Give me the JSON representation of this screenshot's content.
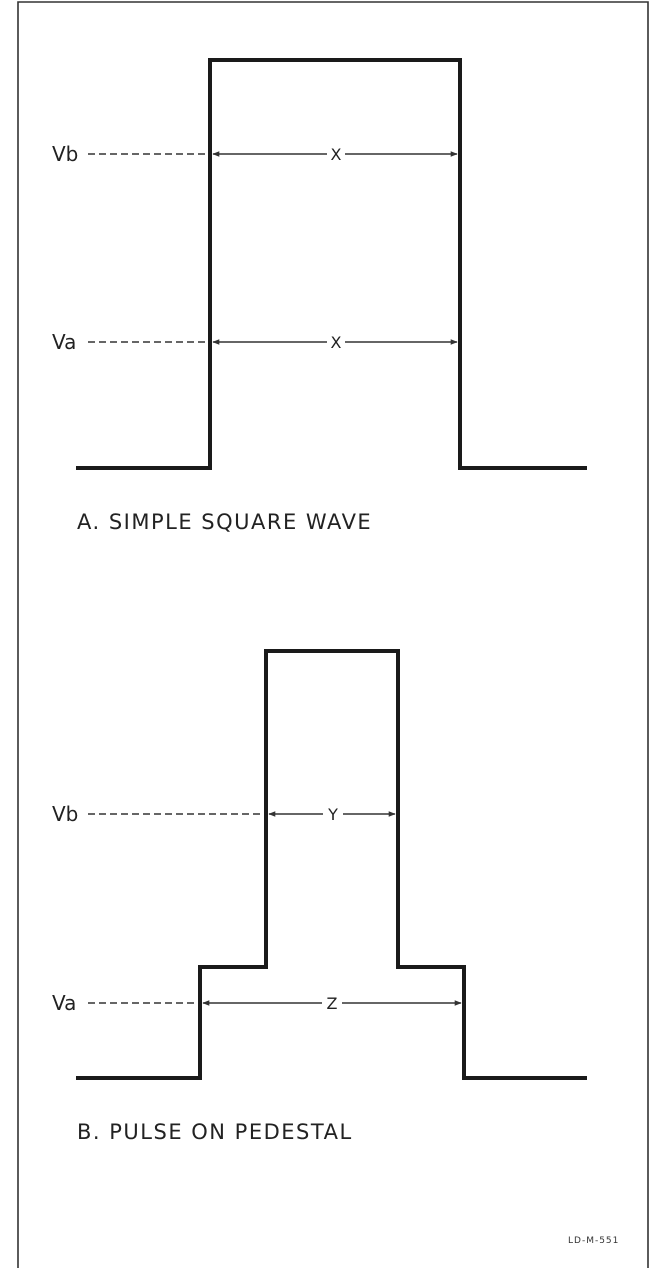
{
  "panel_a": {
    "caption": "A. SIMPLE SQUARE WAVE",
    "level_b_label": "Vb",
    "level_a_label": "Va",
    "width_b_label": "X",
    "width_a_label": "X"
  },
  "panel_b": {
    "caption": "B. PULSE ON PEDESTAL",
    "level_b_label": "Vb",
    "level_a_label": "Va",
    "width_b_label": "Y",
    "width_a_label": "Z"
  },
  "drawing_code": "LD-M-551"
}
